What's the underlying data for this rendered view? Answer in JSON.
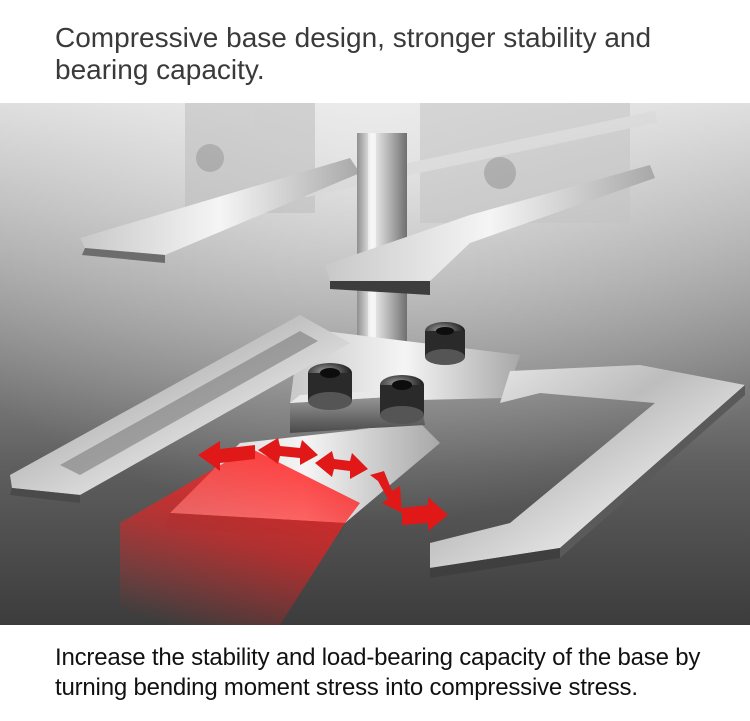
{
  "captions": {
    "top": "Compressive base design, stronger stability and bearing capacity.",
    "bottom": "Increase the stability and load-bearing capacity of the base by turning bending moment stress into compressive stress."
  },
  "illustration": {
    "subject": "metal-stand-base",
    "arrow_color": "#e01818",
    "force_glow_color": "#ff2020"
  }
}
